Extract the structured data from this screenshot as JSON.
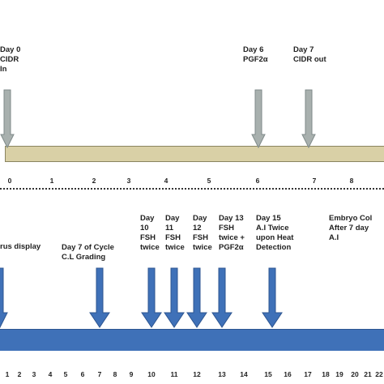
{
  "top_timeline": {
    "events": [
      {
        "lines": [
          "Day 0",
          "CIDR",
          "In"
        ],
        "day": 0
      },
      {
        "lines": [
          "Day  6",
          "PGF2α"
        ],
        "day": 6
      },
      {
        "lines": [
          "Day 7",
          "CIDR out"
        ],
        "day": 7
      }
    ],
    "ticks": [
      "0",
      "1",
      "2",
      "3",
      "4",
      "5",
      "6",
      "7",
      "8"
    ]
  },
  "bottom_timeline": {
    "events": [
      {
        "lines": [
          "rus display"
        ],
        "day": 0
      },
      {
        "lines": [
          "Day 7 of Cycle",
          "C.L Grading"
        ],
        "day": 7
      },
      {
        "lines": [
          "Day",
          "10",
          "FSH",
          "twice"
        ],
        "day": 10
      },
      {
        "lines": [
          "Day",
          "11",
          "FSH",
          "twice"
        ],
        "day": 11
      },
      {
        "lines": [
          "Day",
          "12",
          "FSH",
          "twice"
        ],
        "day": 12
      },
      {
        "lines": [
          "Day 13",
          "FSH",
          "twice +",
          "PGF2α"
        ],
        "day": 13
      },
      {
        "lines": [
          "Day 15",
          "A.I Twice",
          "upon Heat",
          "Detection"
        ],
        "day": 15
      },
      {
        "lines": [
          "Embryo Col",
          "After 7  day",
          "A.I"
        ],
        "day": 22
      }
    ],
    "ticks": [
      "1",
      "2",
      "3",
      "4",
      "5",
      "6",
      "7",
      "8",
      "9",
      "10",
      "11",
      "12",
      "13",
      "14",
      "15",
      "16",
      "17",
      "18",
      "19",
      "20",
      "21",
      "22"
    ]
  },
  "colors": {
    "top_bar": "#d9d0a6",
    "top_arrow": "#a8b0ae",
    "bottom_bar": "#3f71b8",
    "bottom_arrow": "#3f71b8"
  }
}
